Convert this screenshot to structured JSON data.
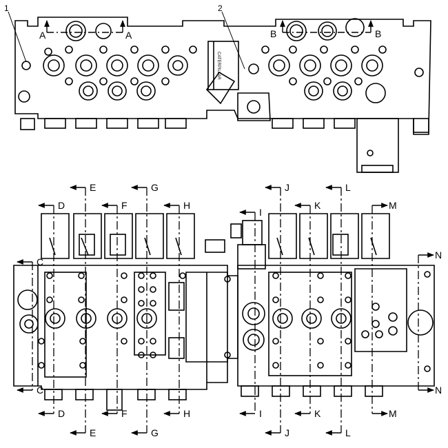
{
  "callouts": {
    "one": "1",
    "two": "2"
  },
  "top_sections": {
    "a": "A",
    "b": "B"
  },
  "sections": [
    "C",
    "D",
    "E",
    "F",
    "G",
    "H",
    "I",
    "J",
    "K",
    "L",
    "M",
    "N"
  ],
  "valve_text": "CATERPILLAR"
}
